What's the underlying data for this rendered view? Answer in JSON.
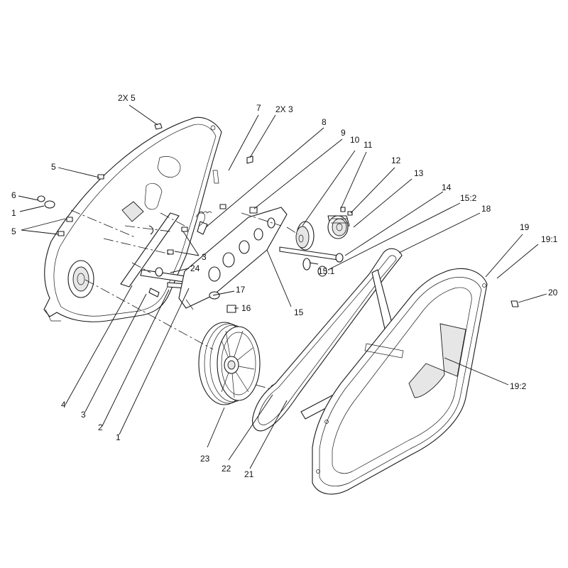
{
  "callouts": [
    {
      "id": "c-2x5-top",
      "text": "2X 5"
    },
    {
      "id": "c-7",
      "text": "7"
    },
    {
      "id": "c-2x3",
      "text": "2X 3"
    },
    {
      "id": "c-8",
      "text": "8"
    },
    {
      "id": "c-9",
      "text": "9"
    },
    {
      "id": "c-10",
      "text": "10"
    },
    {
      "id": "c-11",
      "text": "11"
    },
    {
      "id": "c-12",
      "text": "12"
    },
    {
      "id": "c-13",
      "text": "13"
    },
    {
      "id": "c-14",
      "text": "14"
    },
    {
      "id": "c-15-2",
      "text": "15:2"
    },
    {
      "id": "c-18",
      "text": "18"
    },
    {
      "id": "c-19",
      "text": "19"
    },
    {
      "id": "c-19-1",
      "text": "19:1"
    },
    {
      "id": "c-20",
      "text": "20"
    },
    {
      "id": "c-19-2",
      "text": "19:2"
    },
    {
      "id": "c-5-left",
      "text": "5"
    },
    {
      "id": "c-6",
      "text": "6"
    },
    {
      "id": "c-1-left",
      "text": "1"
    },
    {
      "id": "c-5-lower",
      "text": "5"
    },
    {
      "id": "c-3-mid",
      "text": "3"
    },
    {
      "id": "c-24",
      "text": "24"
    },
    {
      "id": "c-15-1",
      "text": "15:1"
    },
    {
      "id": "c-17",
      "text": "17"
    },
    {
      "id": "c-16",
      "text": "16"
    },
    {
      "id": "c-15",
      "text": "15"
    },
    {
      "id": "c-4",
      "text": "4"
    },
    {
      "id": "c-3-bottom",
      "text": "3"
    },
    {
      "id": "c-2",
      "text": "2"
    },
    {
      "id": "c-1-bottom",
      "text": "1"
    },
    {
      "id": "c-23",
      "text": "23"
    },
    {
      "id": "c-22",
      "text": "22"
    },
    {
      "id": "c-21",
      "text": "21"
    }
  ]
}
